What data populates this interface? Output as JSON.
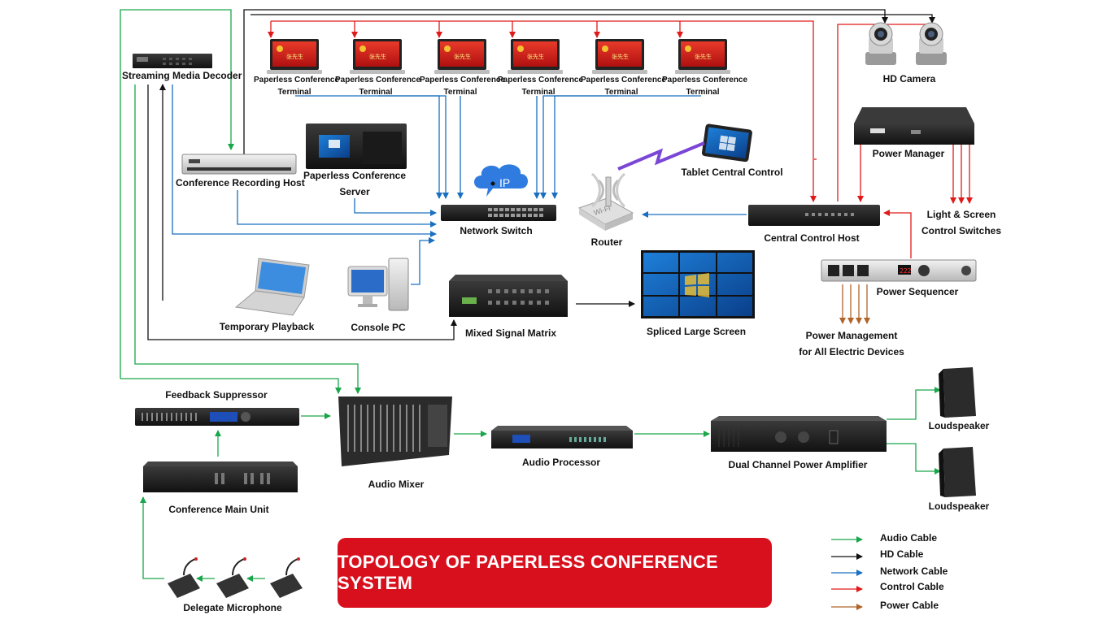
{
  "title": "TOPOLOGY OF PAPERLESS CONFERENCE SYSTEM",
  "terminal_label_line1": "Paperless Conference",
  "terminal_label_line2": "Terminal",
  "screen_text": "张先生",
  "nodes": {
    "streaming_decoder": "Streaming Media Decoder",
    "hd_camera": "HD Camera",
    "power_manager": "Power Manager",
    "tablet": "Tablet Central Control",
    "recording_host": "Conference Recording Host",
    "conf_server_l1": "Paperless Conference",
    "conf_server_l2": "Server",
    "ip_bubble": "IP",
    "network_switch": "Network Switch",
    "router": "Router",
    "router_wifi": "Wi-Fi",
    "central_control": "Central Control Host",
    "light_switch_l1": "Light & Screen",
    "light_switch_l2": "Control Switches",
    "power_sequencer": "Power Sequencer",
    "seq_display": "222",
    "power_mgmt_l1": "Power Management",
    "power_mgmt_l2": "for All Electric Devices",
    "temp_playback": "Temporary Playback",
    "console_pc": "Console PC",
    "matrix": "Mixed Signal Matrix",
    "spliced_screen": "Spliced Large Screen",
    "feedback": "Feedback Suppressor",
    "audio_mixer": "Audio Mixer",
    "audio_processor": "Audio Processor",
    "amplifier": "Dual Channel Power Amplifier",
    "loudspeaker_1": "Loudspeaker",
    "loudspeaker_2": "Loudspeaker",
    "main_unit": "Conference Main Unit",
    "delegate_mic": "Delegate Microphone"
  },
  "legend": [
    {
      "label": "Audio Cable",
      "color": "#1aa64a"
    },
    {
      "label": "HD Cable",
      "color": "#111111"
    },
    {
      "label": "Network Cable",
      "color": "#1a6fc0"
    },
    {
      "label": "Control Cable",
      "color": "#e01a1a"
    },
    {
      "label": "Power Cable",
      "color": "#b0642a"
    }
  ],
  "colors": {
    "audio": "#1aa64a",
    "hd": "#111111",
    "network": "#1a6fc0",
    "control": "#e01a1a",
    "power": "#b0642a",
    "banner": "#d8101e"
  }
}
